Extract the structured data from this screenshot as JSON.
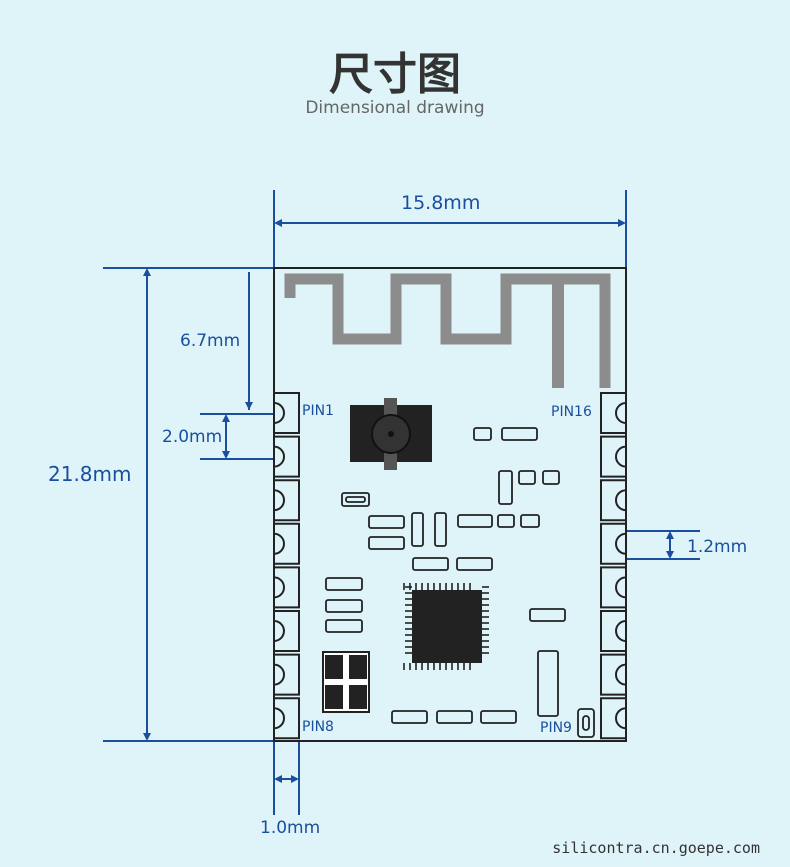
{
  "title": "尺寸图",
  "subtitle": "Dimensional drawing",
  "dimensions": {
    "width": "15.8mm",
    "height": "21.8mm",
    "antenna": "6.7mm",
    "pitch": "2.0mm",
    "pad_width": "1.2mm",
    "pad_depth": "1.0mm"
  },
  "pins": {
    "pin1": "PIN1",
    "pin8": "PIN8",
    "pin9": "PIN9",
    "pin16": "PIN16"
  },
  "site": "silicontra.cn.goepe.com",
  "colors": {
    "background": "#dff4f8",
    "dimension": "#1a4fa0",
    "antenna": "#8c8c8c",
    "outline": "#222222"
  }
}
